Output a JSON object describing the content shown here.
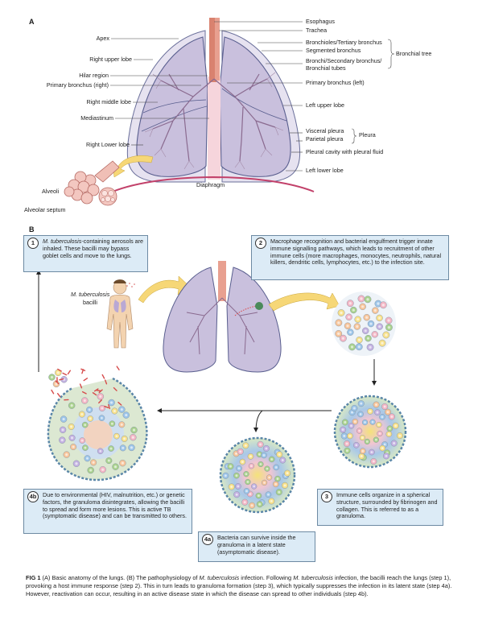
{
  "panel_a": {
    "letter": "A",
    "left_labels": [
      "Apex",
      "Right upper lobe",
      "Hilar region",
      "Primary bronchus (right)",
      "Right middle lobe",
      "Mediastinum",
      "Right Lower lobe"
    ],
    "right_labels": {
      "esophagus": "Esophagus",
      "trachea": "Trachea",
      "bronchioles": "Bronchioles/Tertiary bronchus",
      "segmented": "Segmented bronchus",
      "bronchi_1": "Bronchi/Secondary bronchus/",
      "bronchi_2": "Bronchial tubes",
      "bronchial_tree": "Bronchial tree",
      "primary_left": "Primary bronchus (left)",
      "left_upper": "Left upper lobe",
      "visceral": "Visceral pleura",
      "parietal": "Parietal pleura",
      "pleura": "Pleura",
      "cavity": "Pleural cavity with pleural fluid",
      "left_lower": "Left lower lobe"
    },
    "diaphragm": "Diaphragm",
    "alveoli": "Alveoli",
    "alveolar_septum": "Alveolar septum"
  },
  "panel_b": {
    "letter": "B",
    "bacilli_label_1": "M. tuberculosis",
    "bacilli_label_2": "bacilli",
    "steps": [
      {
        "num": "1",
        "text_italic": "M. tuberculosis",
        "text": "-containing aerosols are inhaled. These bacilli may bypass goblet cells and move to the lungs."
      },
      {
        "num": "2",
        "text_italic": "",
        "text": "Macrophage recognition and bacterial engulfment trigger innate immune signalling pathways, which leads to recruitment of other immune cells (more macrophages, monocytes, neutrophils, natural killers, dendritic cells, lymphocytes, etc.) to the infection site."
      },
      {
        "num": "3",
        "text_italic": "",
        "text": "Immune cells organize in a spherical structure, surrounded by fibrinogen and collagen. This is referred to as a granuloma."
      },
      {
        "num": "4a",
        "text_italic": "",
        "text": "Bacteria can survive inside the granuloma in a latent state (asymptomatic disease)."
      },
      {
        "num": "4b",
        "text_italic": "",
        "text": "Due to environmental (HIV, malnutrition, etc.) or genetic factors, the granuloma disintegrates, allowing the bacilli to spread and form more lesions. This is active TB (symptomatic disease) and can be transmitted to others."
      }
    ]
  },
  "caption": {
    "fig": "FIG 1",
    "t1": " (A) Basic anatomy of the lungs. (B) The pathophysiology of ",
    "i1": "M. tuberculosis",
    "t2": " infection. Following ",
    "i2": "M. tuberculosis",
    "t3": " infection, the bacilli reach the lungs (step 1), provoking a host immune response (step 2). This in turn leads to granuloma formation (step 3), which typically suppresses the infection in its latent state (step 4a). However, reactivation can occur, resulting in an active disease state in which the disease can spread to other individuals (step 4b)."
  },
  "colors": {
    "lung_fill": "#c9c0dd",
    "lung_stroke": "#5a5f8f",
    "trachea": "#e07b6c",
    "box_fill": "#dcebf6",
    "arrow_fill": "#f6d777",
    "diaphragm": "#c2416a"
  }
}
